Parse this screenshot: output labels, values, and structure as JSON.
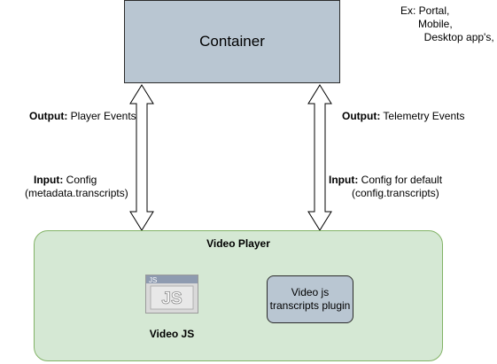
{
  "container": {
    "label": "Container"
  },
  "examples": {
    "text": "Ex: Portal,\n      Mobile,\n        Desktop app's,"
  },
  "left_arrow": {
    "output_key": "Output:",
    "output_value": " Player Events",
    "input_key": "Input:",
    "input_value": " Config",
    "input_value_line2": "(metadata.transcripts)"
  },
  "right_arrow": {
    "output_key": "Output:",
    "output_value": " Telemetry Events",
    "input_key": "Input:",
    "input_value": " Config for default",
    "input_value_line2": "(config.transcripts)"
  },
  "video_player": {
    "title": "Video Player",
    "plugin_line1": "Video js",
    "plugin_line2": "transcripts plugin",
    "videojs_label": "Video JS",
    "logo_text": "JS",
    "logo_tag": "JS"
  },
  "colors": {
    "container_fill": "#b9c6d2",
    "player_fill": "#d5e8d4",
    "player_stroke": "#82b366"
  }
}
